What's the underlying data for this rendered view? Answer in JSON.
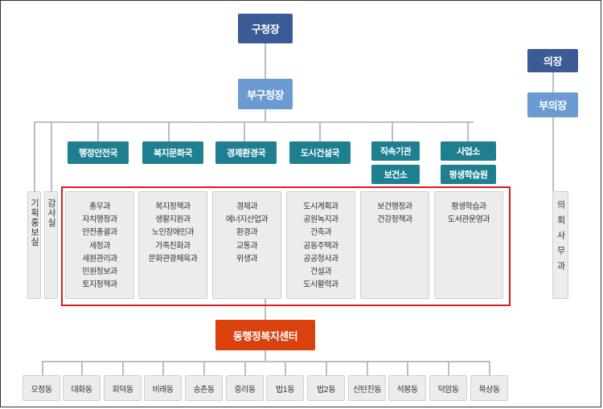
{
  "chart": {
    "mayor": "구청장",
    "deputy_mayor": "부구청장",
    "chairman": "의장",
    "vice_chairman": "부의장",
    "bureaus": [
      {
        "name": "행정안전국",
        "teams": [
          "총무과",
          "자치행정과",
          "안전총괄과",
          "세정과",
          "세원관리과",
          "민원정보과",
          "토지정책과"
        ]
      },
      {
        "name": "복지문화국",
        "teams": [
          "복지정책과",
          "생활지원과",
          "노인장애인과",
          "가족친화과",
          "문화관광체육과"
        ]
      },
      {
        "name": "경제환경국",
        "teams": [
          "경제과",
          "에너지산업과",
          "환경과",
          "교통과",
          "위생과"
        ]
      },
      {
        "name": "도시건설국",
        "teams": [
          "도시계획과",
          "공원녹지과",
          "건축과",
          "공동주택과",
          "공공청사과",
          "건설과",
          "도시활력과"
        ]
      }
    ],
    "direct_org": {
      "name": "직속기관",
      "sub": "보건소",
      "teams": [
        "보건행정과",
        "건강정책과"
      ]
    },
    "business_org": {
      "name": "사업소",
      "sub": "평생학습원",
      "teams": [
        "평생학습과",
        "도서관운영과"
      ]
    },
    "planning": "기획홍보실",
    "audit": "감사실",
    "council_office": "의회사무과",
    "welfare_center": "동행정복지센터",
    "dongs": [
      "오정동",
      "대화동",
      "회덕동",
      "비래동",
      "송촌동",
      "중리동",
      "법1동",
      "법2동",
      "신탄진동",
      "석봉동",
      "덕암동",
      "목상동"
    ]
  }
}
